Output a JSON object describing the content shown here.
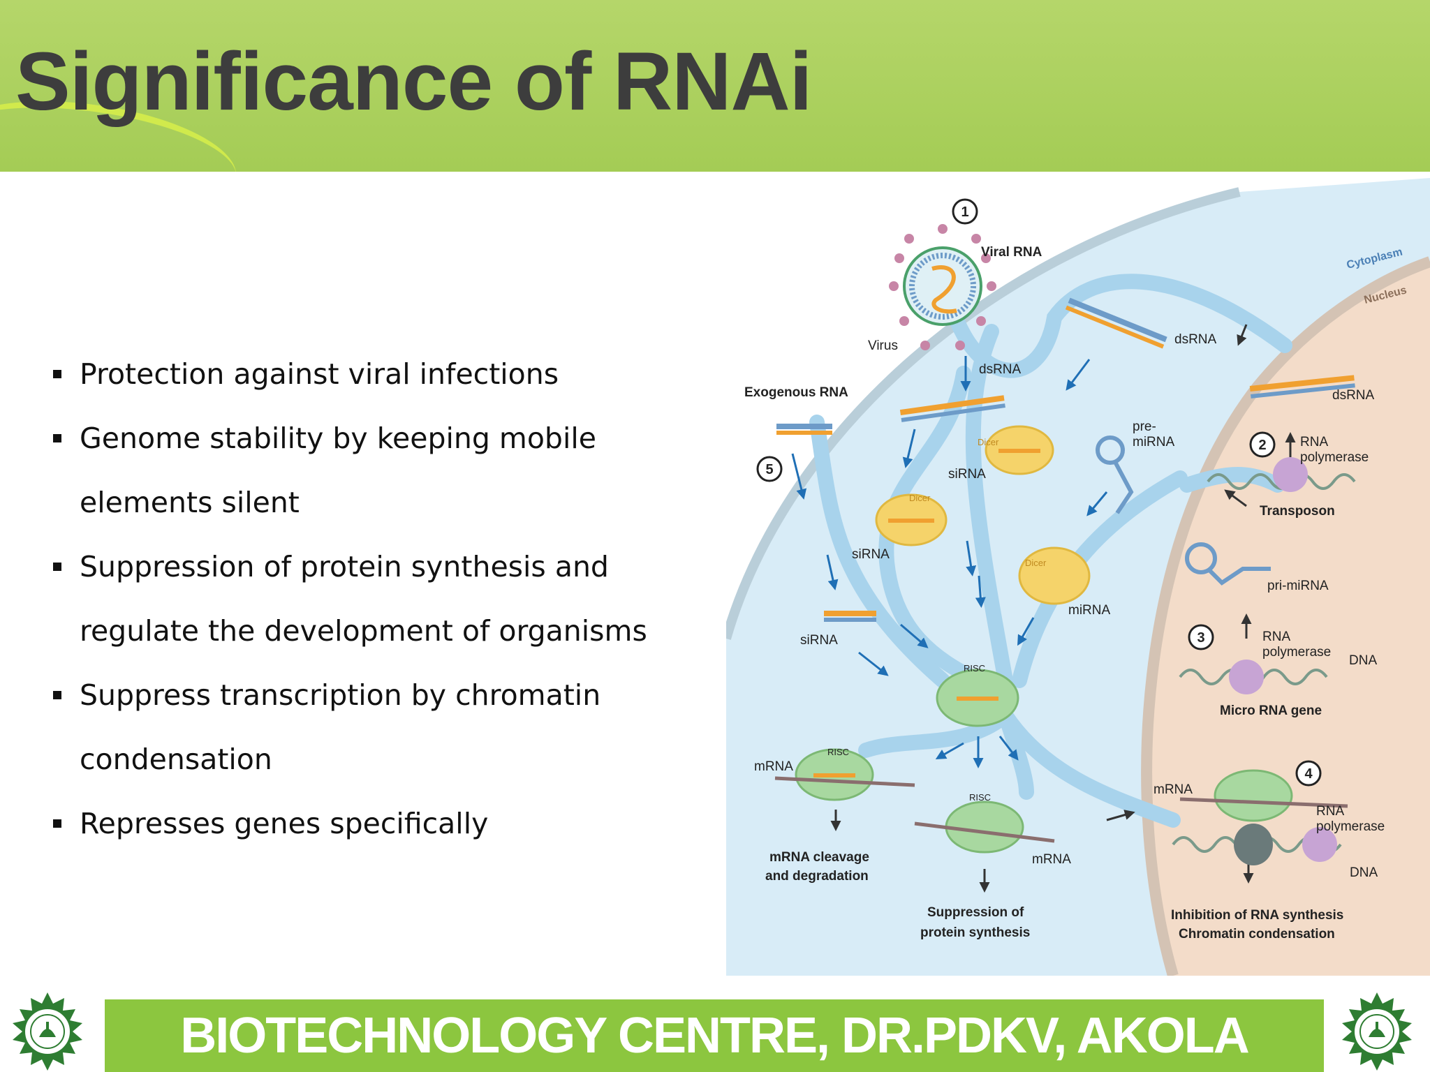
{
  "header": {
    "title": "Significance of RNAi"
  },
  "bullets": [
    {
      "text": "Protection against viral infections"
    },
    {
      "text": "Genome stability by keeping mobile elements silent"
    },
    {
      "text": "Suppression of protein synthesis and regulate the development of organisms"
    },
    {
      "text": "Suppress transcription by chromatin condensation"
    },
    {
      "text": "Represses genes specifically"
    }
  ],
  "figure": {
    "step_numbers": [
      "1",
      "2",
      "3",
      "4",
      "5"
    ],
    "compartments": {
      "cytoplasm": "Cytoplasm",
      "nucleus": "Nucleus"
    },
    "labels": {
      "viral_rna": "Viral RNA",
      "virus": "Virus",
      "dsrna_1": "dsRNA",
      "dsrna_2": "dsRNA",
      "dsrna_3": "dsRNA",
      "exogenous_rna": "Exogenous RNA",
      "sirna_1": "siRNA",
      "sirna_2": "siRNA",
      "sirna_3": "siRNA",
      "dicer_1": "Dicer",
      "dicer_2": "Dicer",
      "dicer_3": "Dicer",
      "pre_mirna_1": "pre-",
      "pre_mirna_2": "miRNA",
      "mirna": "miRNA",
      "rna_polymerase_1a": "RNA",
      "rna_polymerase_1b": "polymerase",
      "transposon": "Transposon",
      "pri_mirna": "pri-miRNA",
      "rna_polymerase_2a": "RNA",
      "rna_polymerase_2b": "polymerase",
      "dna_1": "DNA",
      "micro_rna_gene": "Micro RNA gene",
      "risc_main": "RISC",
      "risc_left": "RISC",
      "risc_mid": "RISC",
      "mrna_left": "mRNA",
      "mrna_mid": "mRNA",
      "mrna_right": "mRNA",
      "cleavage_1": "mRNA cleavage",
      "cleavage_2": "and degradation",
      "suppression_1": "Suppression of",
      "suppression_2": "protein synthesis",
      "rna_polymerase_3a": "RNA",
      "rna_polymerase_3b": "polymerase",
      "dna_2": "DNA",
      "inhibition_1": "Inhibition of RNA synthesis",
      "inhibition_2": "Chromatin condensation"
    },
    "colors": {
      "cytoplasm": "#d8ecf7",
      "nucleus": "#f3dcc9",
      "dicer": "#f5d36a",
      "risc": "#a8d8a0",
      "rna": "#f0a030"
    }
  },
  "footer": {
    "text": "BIOTECHNOLOGY CENTRE, DR.PDKV, AKOLA",
    "logo_icon": "university-emblem-icon"
  }
}
